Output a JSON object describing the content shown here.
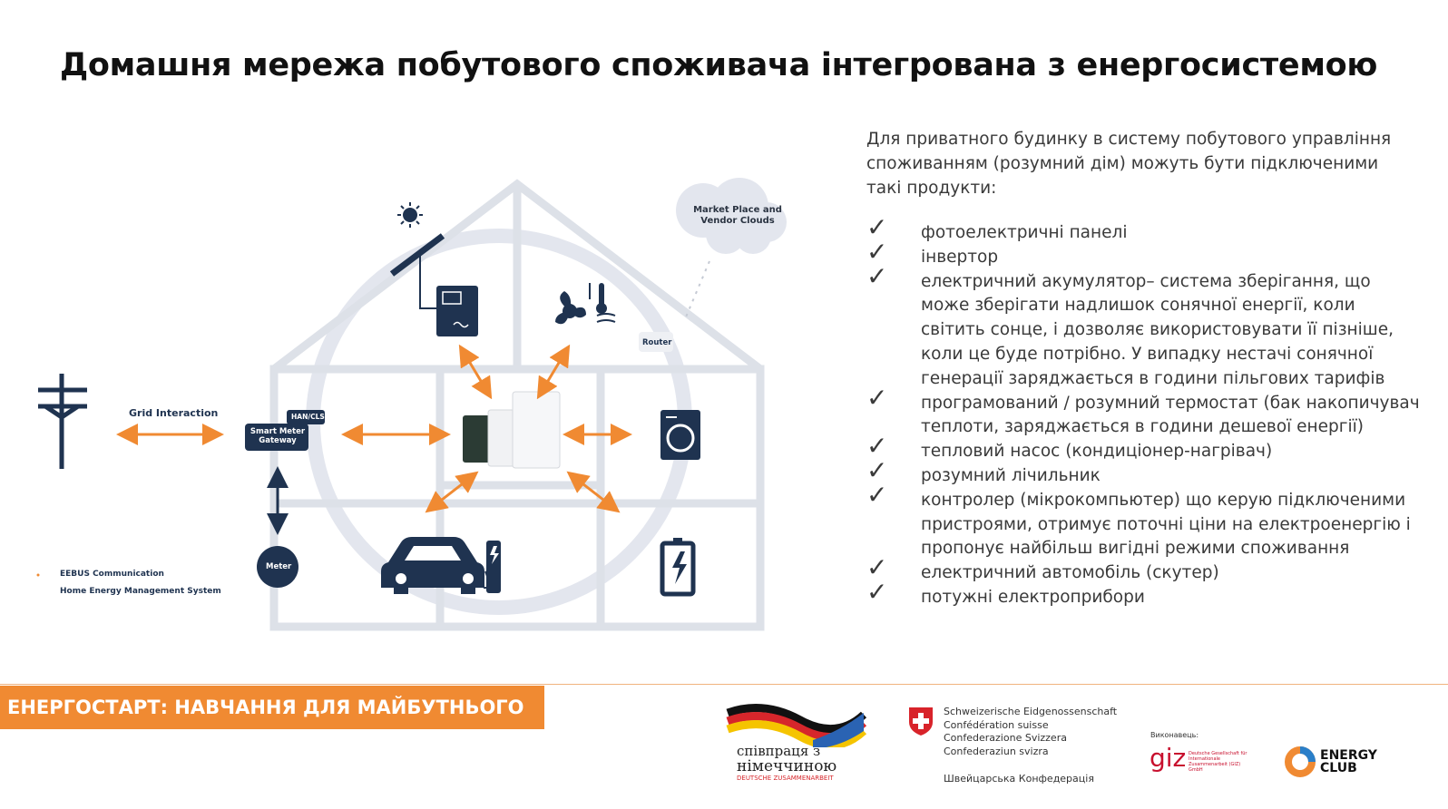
{
  "title": "Домашня мережа побутового споживача інтегрована з енергосистемою",
  "diagram": {
    "grid_interaction": "Grid Interaction",
    "smart_meter_gateway": "Smart Meter Gateway",
    "han_cls": "HAN/CLS",
    "meter": "Meter",
    "router": "Router",
    "cloud": "Market Place and Vendor Clouds",
    "legend_1": "EEBUS Communication",
    "legend_2": "Home Energy Management System"
  },
  "intro": "Для приватного будинку в систему побутового управління споживанням (розумний дім) можуть бути підключеними такі продукти:",
  "items": [
    "фотоелектричні панелі",
    "інвертор",
    "електричний акумулятор– система зберігання, що може зберігати надлишок сонячної енергії, коли світить сонце, і дозволяє використовувати її пізніше, коли це буде потрібно. У випадку нестачі сонячної генерації заряджається в години пільгових тарифів",
    "програмований / розумний термостат (бак накопичувач теплоти, заряджається в години дешевої енергії)",
    "тепловий насос (кондиціонер-нагрівач)",
    "розумний лічильник",
    "контролер (мікрокомпьютер) що керую підключеними пристроями, отримує поточні ціни на електроенергію і пропонує найбільш вигідні режими споживання",
    "електричний автомобіль (скутер)",
    "потужні електроприбори"
  ],
  "footer": {
    "banner": "ЕНЕРГОСТАРТ: НАВЧАННЯ ДЛЯ МАЙБУТНЬОГО",
    "coop_1": "співпраця з",
    "coop_2": "німеччиною",
    "coop_3": "DEUTSCHE ZUSAMMENARBEIT",
    "swiss_1": "Schweizerische Eidgenossenschaft",
    "swiss_2": "Confédération suisse",
    "swiss_3": "Confederazione Svizzera",
    "swiss_4": "Confederaziun svizra",
    "swiss_5": "Швейцарська Конфедерація",
    "giz_label": "Виконавець:",
    "giz": "giz",
    "giz_small": "Deutsche Gesellschaft für Internationale Zusammenarbeit (GIZ) GmbH",
    "energy_club_1": "ENERGY",
    "energy_club_2": "CLUB"
  },
  "colors": {
    "accent": "#f08a32",
    "navy": "#1f3350",
    "house": "#dde1e8"
  }
}
